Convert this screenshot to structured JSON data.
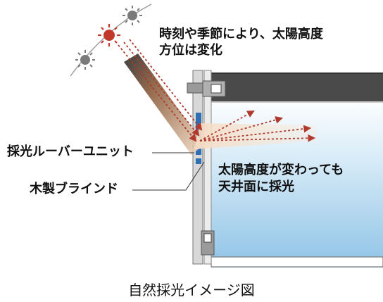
{
  "annotations": {
    "sun_angle_line1": "時刻や季節により、太陽高度",
    "sun_angle_line2": "方位は変化",
    "louver_unit": "採光ルーバーユニット",
    "wood_blind": "木製ブラインド",
    "ceiling_line1": "太陽高度が変わっても",
    "ceiling_line2": "天井面に採光"
  },
  "caption": "自然採光イメージ図",
  "colors": {
    "sun_active": "#c0392b",
    "sun_inactive": "#7a7a7a",
    "ray": "#b03a2e",
    "ceiling_slab": "#4a4a4a",
    "sky_top": "#ffffff",
    "sky_bottom": "#8fc3e6",
    "frame": "#808080"
  },
  "icons": [
    "sun-icon"
  ]
}
